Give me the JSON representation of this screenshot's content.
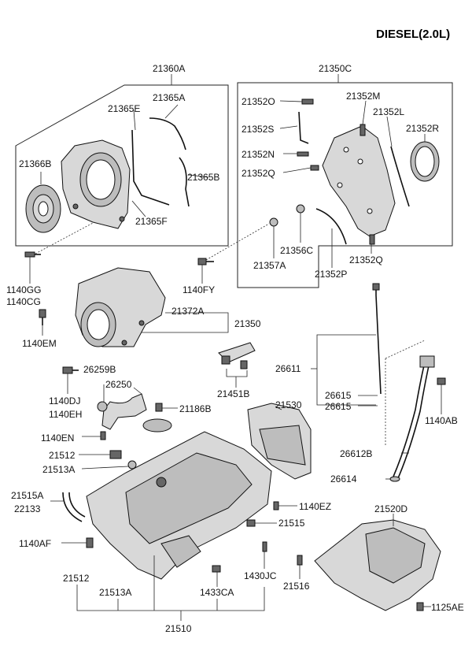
{
  "title": "DIESEL(2.0L)",
  "labels": {
    "l_21360A": "21360A",
    "l_21365A": "21365A",
    "l_21365E": "21365E",
    "l_21366B": "21366B",
    "l_21365B": "21365B",
    "l_21365F": "21365F",
    "l_21350C": "21350C",
    "l_21352O": "21352O",
    "l_21352M": "21352M",
    "l_21352L": "21352L",
    "l_21352S": "21352S",
    "l_21352R": "21352R",
    "l_21352N": "21352N",
    "l_21352Q_a": "21352Q",
    "l_21356C": "21356C",
    "l_21357A": "21357A",
    "l_21352P": "21352P",
    "l_21352Q_b": "21352Q",
    "l_1140GG": "1140GG",
    "l_1140CG": "1140CG",
    "l_1140FY": "1140FY",
    "l_21372A": "21372A",
    "l_21350": "21350",
    "l_1140EM": "1140EM",
    "l_26259B": "26259B",
    "l_26250": "26250",
    "l_1140DJ": "1140DJ",
    "l_1140EH": "1140EH",
    "l_21186B": "21186B",
    "l_21451B": "21451B",
    "l_26611": "26611",
    "l_26615_a": "26615",
    "l_26615_b": "26615",
    "l_1140AB": "1140AB",
    "l_21530": "21530",
    "l_1140EN": "1140EN",
    "l_21512_a": "21512",
    "l_21513A_a": "21513A",
    "l_26612B": "26612B",
    "l_26614": "26614",
    "l_21515A": "21515A",
    "l_22133": "22133",
    "l_1140EZ": "1140EZ",
    "l_21520D": "21520D",
    "l_21515": "21515",
    "l_1140AF": "1140AF",
    "l_1430JC": "1430JC",
    "l_21516": "21516",
    "l_21512_b": "21512",
    "l_21513A_b": "21513A",
    "l_1433CA": "1433CA",
    "l_1125AE": "1125AE",
    "l_21510": "21510"
  }
}
